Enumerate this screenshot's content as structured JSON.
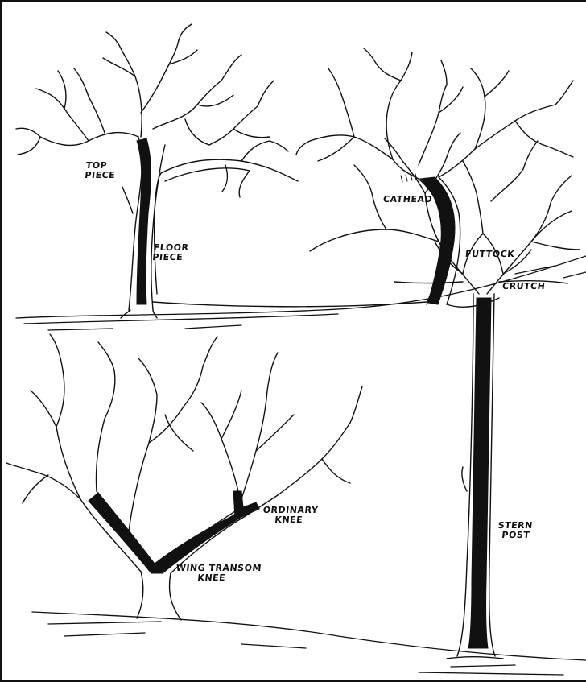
{
  "labels": {
    "top_piece": [
      "TOP",
      "PIECE"
    ],
    "floor_piece": [
      "FLOOR",
      "PIECE"
    ],
    "cathead": "CATHEAD",
    "futtock": "FUTTOCK",
    "crutch": "CRUTCH",
    "ordinary_knee": [
      "ORDINARY",
      "KNEE"
    ],
    "stern_post": [
      "STERN",
      "POST"
    ],
    "wing_transom_knee": [
      "WING TRANSOM",
      "KNEE"
    ]
  },
  "colors": {
    "ink": "#111111",
    "paper": "#ffffff"
  }
}
